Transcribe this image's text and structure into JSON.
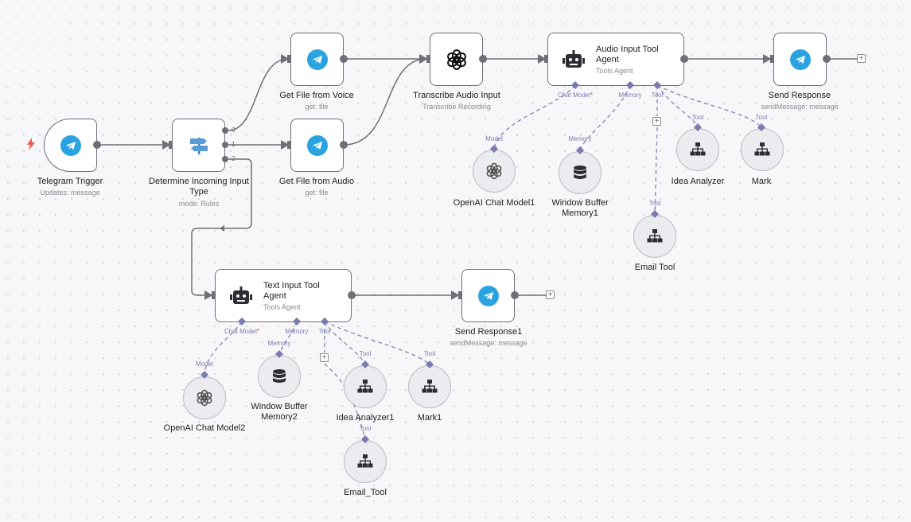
{
  "nodes": {
    "telegram_trigger": {
      "title": "Telegram Trigger",
      "subtitle": "Updates: message"
    },
    "switch": {
      "title_line1": "Determine Incoming Input",
      "title_line2": "Type",
      "subtitle": "mode: Rules",
      "outputs": [
        "0",
        "1",
        "2"
      ]
    },
    "get_file_voice": {
      "title": "Get File from Voice",
      "subtitle": "get: file"
    },
    "get_file_audio": {
      "title": "Get File from Audio",
      "subtitle": "get: file"
    },
    "transcribe": {
      "title": "Transcribe Audio Input",
      "subtitle": "Transcribe Recording"
    },
    "audio_agent": {
      "title_line1": "Audio Input Tool",
      "title_line2": "Agent",
      "subtitle": "Tools Agent"
    },
    "send_response": {
      "title": "Send Response",
      "subtitle": "sendMessage: message"
    },
    "openai_model1": {
      "title": "OpenAI Chat Model1"
    },
    "window_memory1": {
      "title_line1": "Window Buffer",
      "title_line2": "Memory1"
    },
    "idea_analyzer": {
      "title": "Idea Analyzer"
    },
    "mark": {
      "title": "Mark"
    },
    "email_tool": {
      "title": "Email Tool"
    },
    "text_agent": {
      "title_line1": "Text Input Tool",
      "title_line2": "Agent",
      "subtitle": "Tools Agent"
    },
    "send_response1": {
      "title": "Send Response1",
      "subtitle": "sendMessage: message"
    },
    "openai_model2": {
      "title": "OpenAI Chat Model2"
    },
    "window_memory2": {
      "title_line1": "Window Buffer",
      "title_line2": "Memory2"
    },
    "idea_analyzer1": {
      "title": "Idea Analyzer1"
    },
    "mark1": {
      "title": "Mark1"
    },
    "email_tool2": {
      "title": "Email_Tool"
    }
  },
  "port_labels": {
    "chat_model": "Chat Model",
    "required_mark": "*",
    "memory": "Memory",
    "tool": "Tool",
    "model": "Model"
  },
  "colors": {
    "telegram": "#2aa3e0",
    "port": "#7b7bb0",
    "trigger_bolt": "#f2584c",
    "edge": "#6f6f77"
  },
  "icons": {
    "trigger": "lightning-bolt-icon",
    "telegram": "telegram-icon",
    "switch": "signpost-icon",
    "openai": "openai-icon",
    "robot": "robot-icon",
    "database": "database-icon",
    "tool": "sitemap-icon",
    "add": "plus-icon"
  }
}
